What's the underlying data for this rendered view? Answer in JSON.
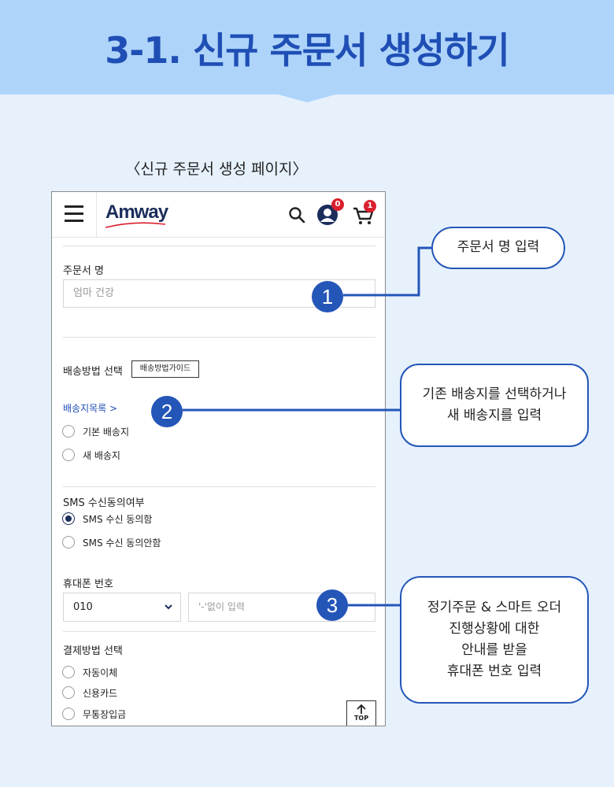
{
  "header": {
    "title": "3-1. 신규 주문서 생성하기"
  },
  "caption": "〈신규 주문서 생성 페이지〉",
  "app": {
    "logo": "Amway",
    "account_badge": "0",
    "cart_badge": "1",
    "top_button": "TOP"
  },
  "form": {
    "order_name": {
      "label": "주문서 명",
      "placeholder": "엄마 건강"
    },
    "shipping": {
      "label": "배송방법 선택",
      "guide_button": "배송방법가이드",
      "address_list_link": "배송지목록 >",
      "options": [
        "기본 배송지",
        "새 배송지"
      ]
    },
    "sms": {
      "label": "SMS 수신동의여부",
      "options": [
        "SMS 수신 동의함",
        "SMS 수신 동의안함"
      ],
      "selected": 0
    },
    "phone": {
      "label": "휴대폰 번호",
      "prefix": "010",
      "placeholder": "'-'없이 입력"
    },
    "payment": {
      "label": "결제방법 선택",
      "options": [
        "자동이체",
        "신용카드",
        "무통장입금"
      ]
    }
  },
  "annotations": [
    {
      "number": "1",
      "text": "주문서 명 입력"
    },
    {
      "number": "2",
      "text": "기존 배송지를 선택하거나\n새 배송지를 입력"
    },
    {
      "number": "3",
      "text": "정기주문 & 스마트 오더\n진행상황에 대한\n안내를 받을\n휴대폰 번호 입력"
    }
  ],
  "colors": {
    "accent": "#2456b8",
    "banner": "#aed4fa",
    "background": "#e6f1fc",
    "badge": "#d9202e",
    "brand": "#1b2d5b"
  }
}
